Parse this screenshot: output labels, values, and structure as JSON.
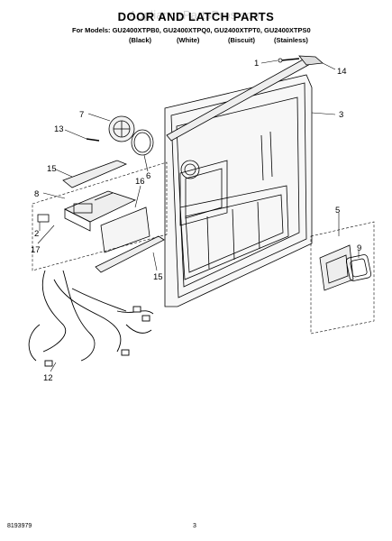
{
  "title": "DOOR AND LATCH PARTS",
  "watermark": "AppliancePartsPros.com",
  "models_line": "For Models: GU2400XTPB0, GU2400XTPQ0, GU2400XTPT0, GU2400XTPS0",
  "colors": [
    "(Black)",
    "(White)",
    "(Biscuit)",
    "(Stainless)"
  ],
  "callouts": [
    "1",
    "14",
    "3",
    "7",
    "13",
    "6",
    "15",
    "16",
    "8",
    "2",
    "17",
    "15",
    "5",
    "9",
    "12"
  ],
  "doc_number": "8193979",
  "page_number": "3"
}
